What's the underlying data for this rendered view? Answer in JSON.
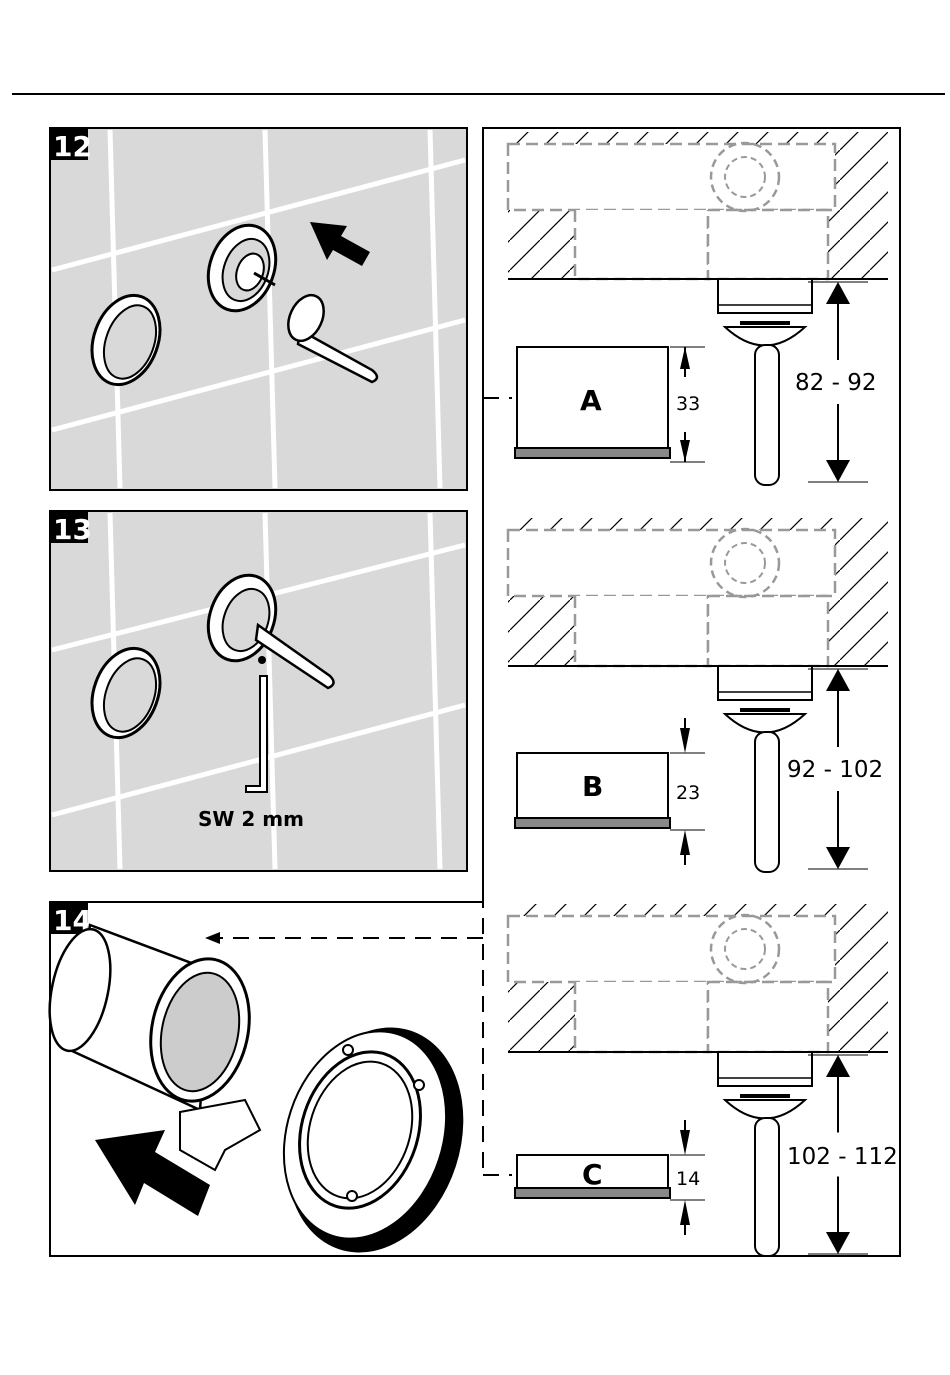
{
  "steps": [
    {
      "number": "12"
    },
    {
      "number": "13",
      "tool_label": "SW 2 mm"
    },
    {
      "number": "14"
    }
  ],
  "variants": [
    {
      "letter": "A",
      "height": "33",
      "range": "82 - 92"
    },
    {
      "letter": "B",
      "height": "23",
      "range": "92 - 102"
    },
    {
      "letter": "C",
      "height": "14",
      "range": "102 - 112"
    }
  ],
  "colors": {
    "panel_fill": "#d9d9d9",
    "line": "#000000",
    "dashed": "#999999"
  }
}
